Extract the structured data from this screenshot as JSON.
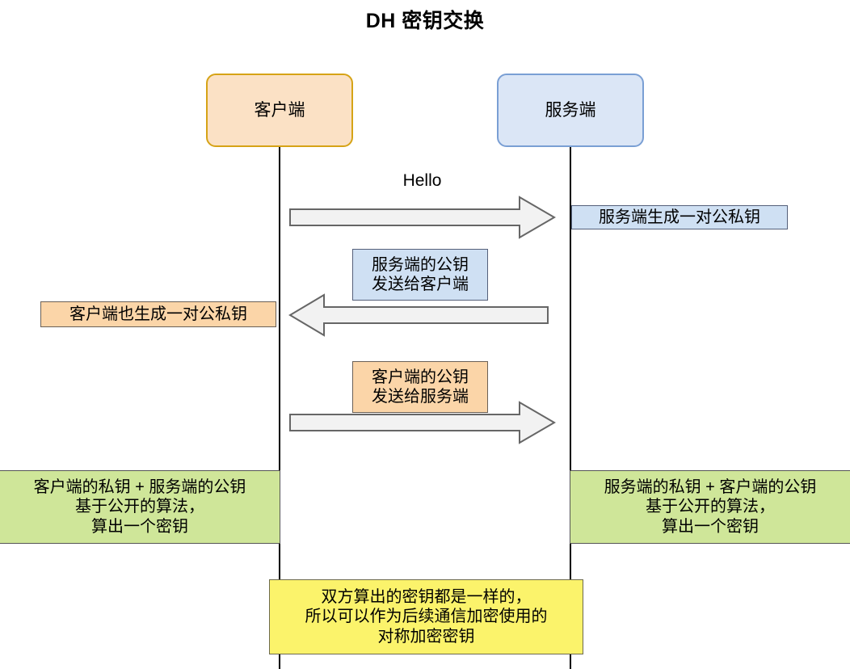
{
  "title": "DH 密钥交换",
  "participants": {
    "client": {
      "label": "客户端"
    },
    "server": {
      "label": "服务端"
    }
  },
  "messages": [
    {
      "id": "hello",
      "caption": "Hello",
      "direction": "right"
    },
    {
      "id": "server-pubkey",
      "direction": "left"
    },
    {
      "id": "client-pubkey",
      "direction": "right"
    }
  ],
  "notes": {
    "server_generates": {
      "color": "#cfe0f3",
      "lines": [
        "服务端生成一对公私钥"
      ]
    },
    "server_pubkey_label": {
      "color": "#cfe0f3",
      "lines": [
        "服务端的公钥",
        "发送给客户端"
      ]
    },
    "client_generates": {
      "color": "#fbd5a8",
      "lines": [
        "客户端也生成一对公私钥"
      ]
    },
    "client_pubkey_label": {
      "color": "#fbd5a8",
      "lines": [
        "客户端的公钥",
        "发送给服务端"
      ]
    },
    "client_compute": {
      "color": "#cfe699",
      "lines": [
        "客户端的私钥 + 服务端的公钥",
        "基于公开的算法，",
        "算出一个密钥"
      ]
    },
    "server_compute": {
      "color": "#cfe699",
      "lines": [
        "服务端的私钥 +  客户端的公钥",
        "基于公开的算法，",
        "算出一个密钥"
      ]
    },
    "conclusion": {
      "color": "#fbf36b",
      "lines": [
        "双方算出的密钥都是一样的，",
        "所以可以作为后续通信加密使用的",
        "对称加密密钥"
      ]
    }
  },
  "colors": {
    "client_fill": "#fbe1c5",
    "client_stroke": "#d6a316",
    "server_fill": "#dbe6f6",
    "server_stroke": "#7a9fd4",
    "arrow_fill": "#f2f2f2",
    "arrow_stroke": "#666666",
    "lifeline": "#000000",
    "note_green": "#cfe699",
    "note_yellow": "#fbf36b"
  }
}
